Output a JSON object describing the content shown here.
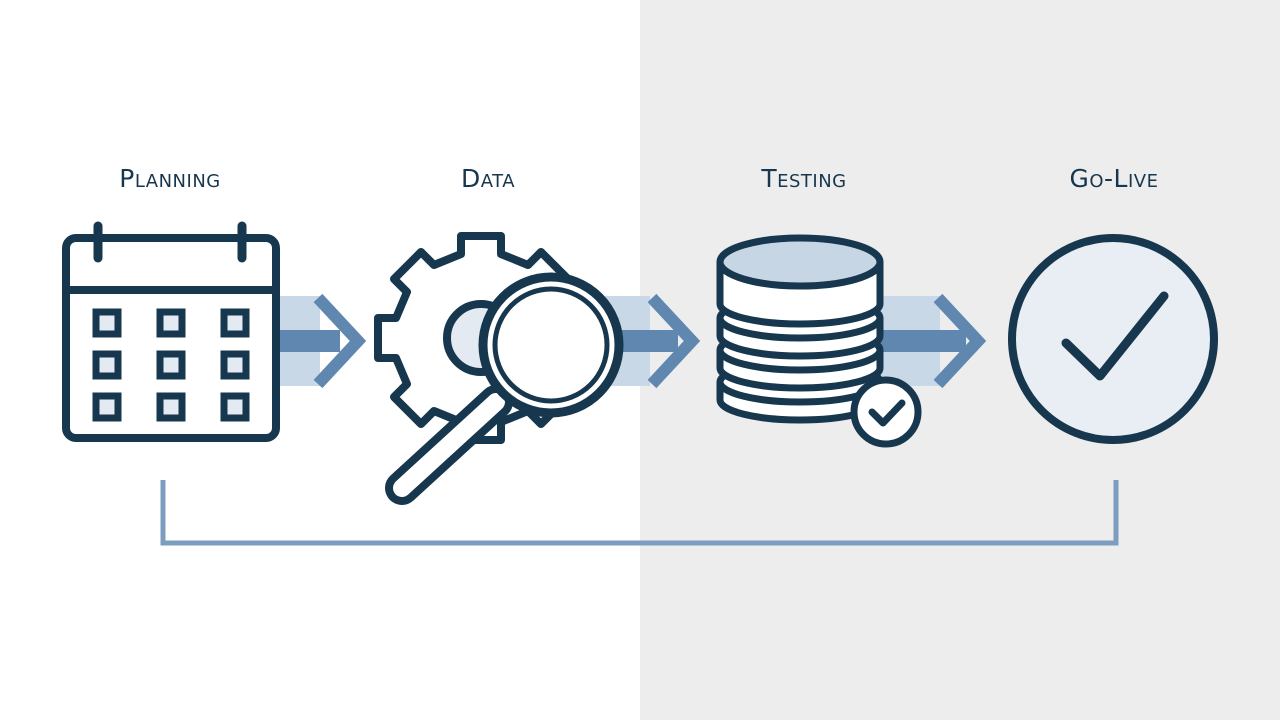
{
  "stages": [
    {
      "label": "Planning",
      "icon": "calendar-icon"
    },
    {
      "label": "Data",
      "icon": "gear-magnifier-icon"
    },
    {
      "label": "Testing",
      "icon": "database-check-icon"
    },
    {
      "label": "Go-Live",
      "icon": "checkmark-circle-icon"
    }
  ],
  "colors": {
    "icon_stroke": "#17374e",
    "icon_fill": "#e3eaf1",
    "arrow": "#6f95bb",
    "arrow_light": "#c3d3e4",
    "connector": "#7c9dc0",
    "right_background": "#ededee"
  }
}
